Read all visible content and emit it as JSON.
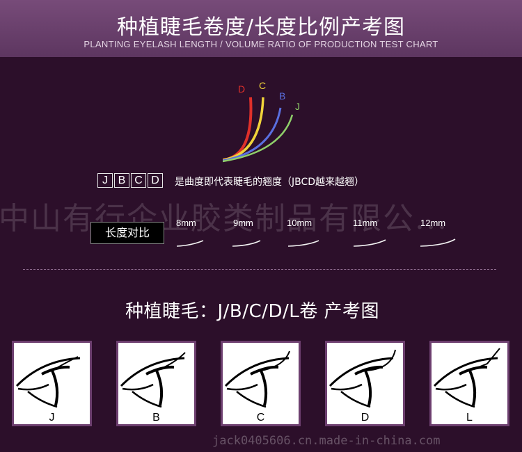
{
  "header": {
    "title": "种植睫毛卷度/长度比例产考图",
    "subtitle": "PLANTING EYELASH LENGTH / VOLUME RATIO OF PRODUCTION TEST CHART"
  },
  "curl_diagram": {
    "labels": [
      {
        "letter": "D",
        "color": "#e0302a"
      },
      {
        "letter": "C",
        "color": "#f0d33a"
      },
      {
        "letter": "B",
        "color": "#5a6fe0"
      },
      {
        "letter": "J",
        "color": "#8fcf6a"
      }
    ],
    "boxes": [
      "J",
      "B",
      "C",
      "D"
    ],
    "description": "是曲度即代表睫毛的翘度（JBCD越来越翘）"
  },
  "watermark_text": "中山有行企业胶类制品有限公...",
  "length_compare": {
    "button_label": "长度对比",
    "sizes": [
      "8mm",
      "9mm",
      "10mm",
      "11mm",
      "12mm"
    ]
  },
  "section": {
    "title": "种植睫毛：J/B/C/D/L卷 产考图"
  },
  "cards": [
    {
      "letter": "J"
    },
    {
      "letter": "B"
    },
    {
      "letter": "C"
    },
    {
      "letter": "D"
    },
    {
      "letter": "L"
    }
  ],
  "footer_watermark": "jack0405606.cn.made-in-china.com"
}
